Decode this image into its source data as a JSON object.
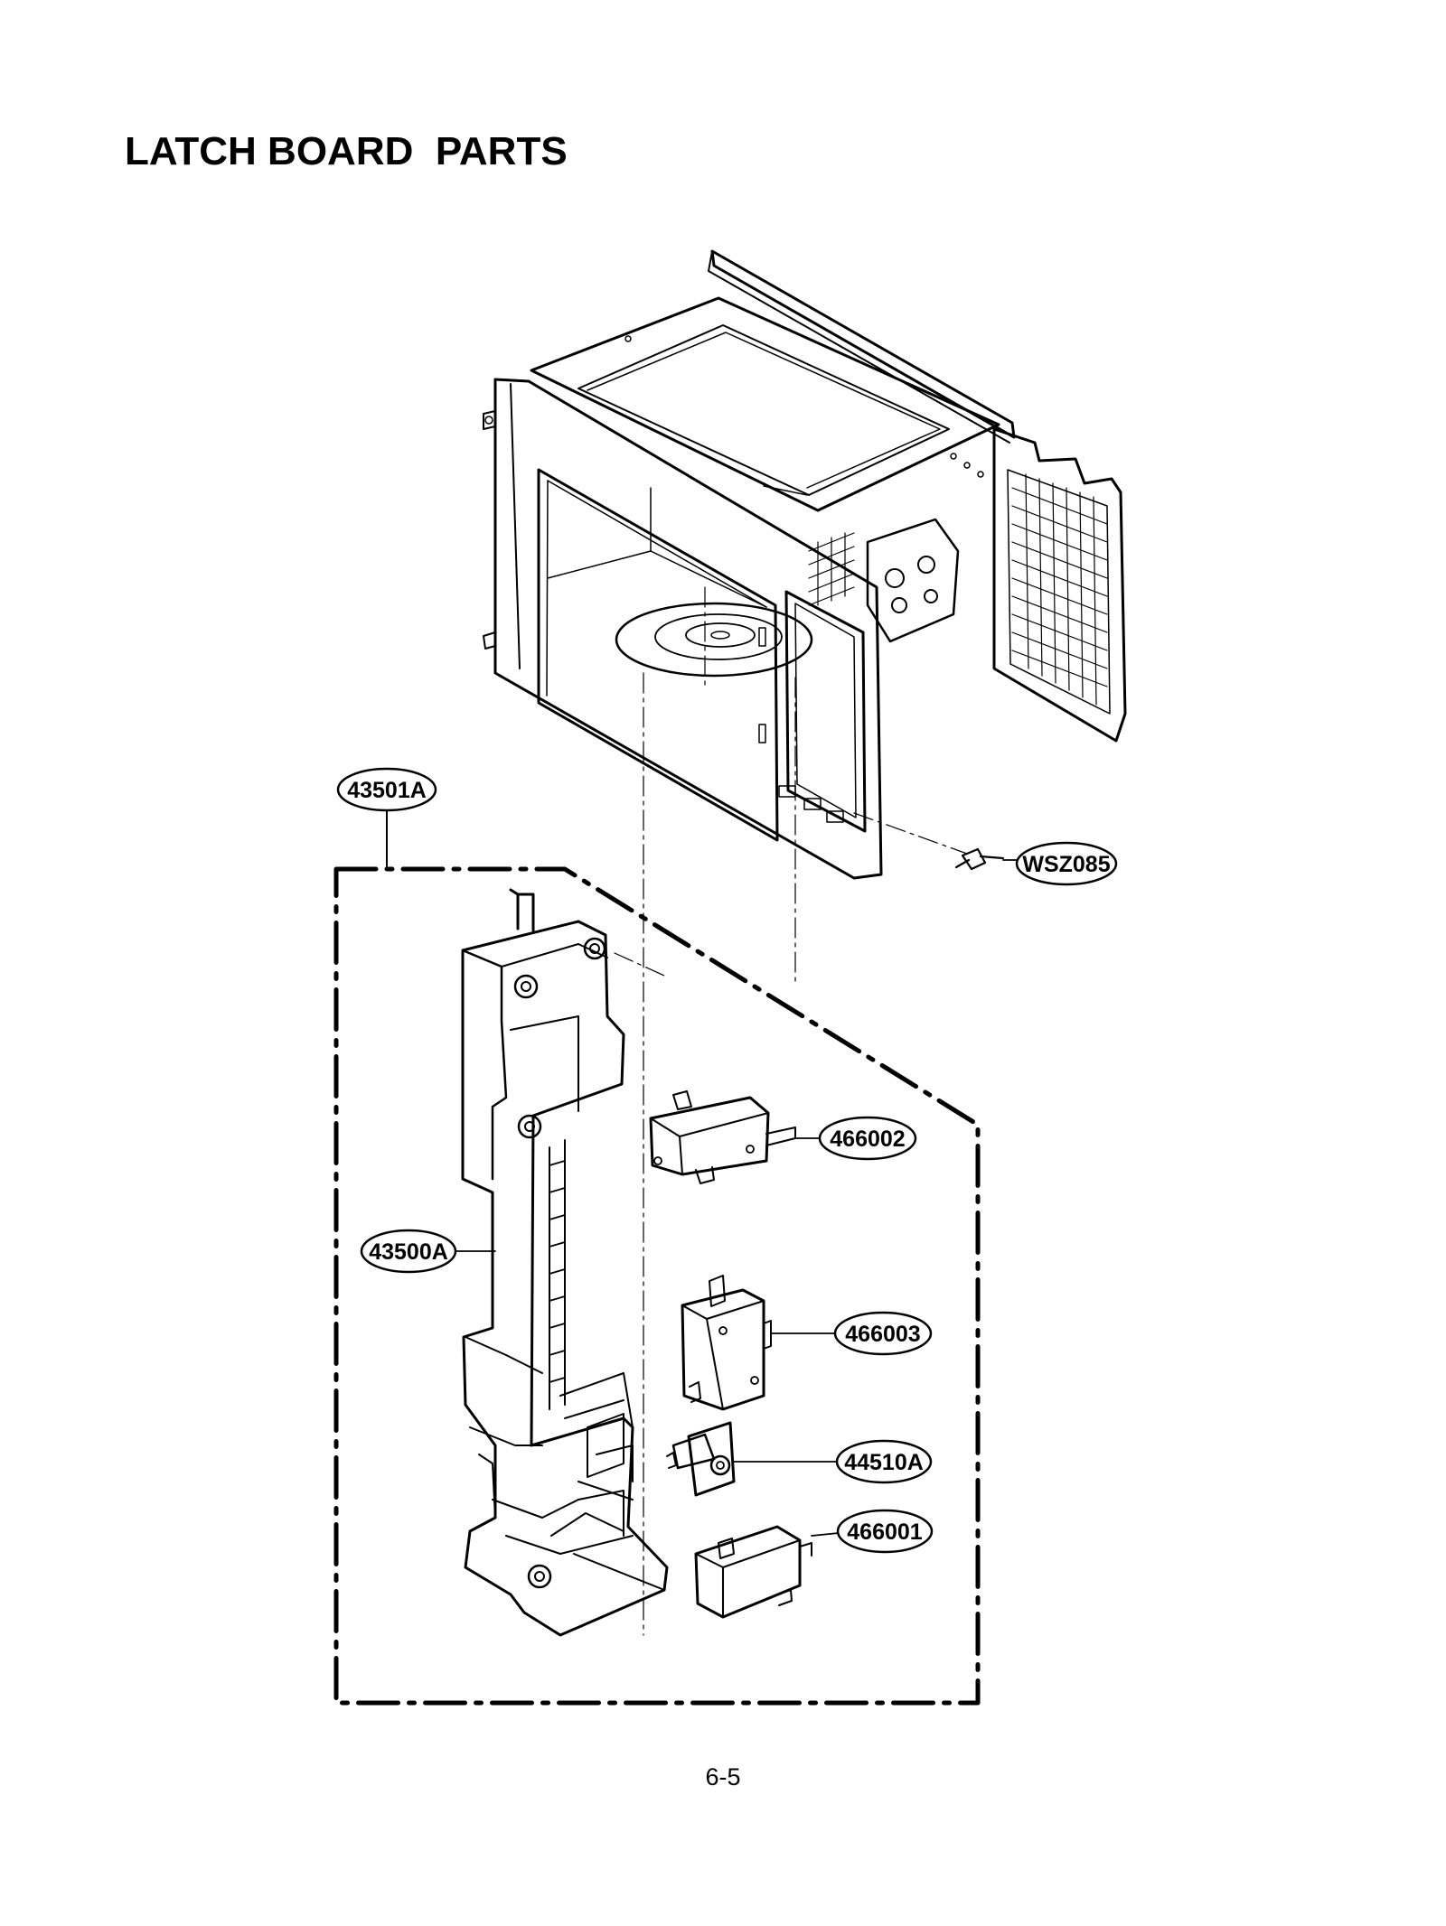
{
  "document": {
    "title": "LATCH BOARD  PARTS",
    "page_number": "6-5"
  },
  "parts": {
    "assembly": "43501A",
    "screw": "WSZ085",
    "latch_board": "43500A",
    "switch_top": "466002",
    "switch_middle": "466003",
    "lever": "44510A",
    "switch_bottom": "466001"
  }
}
